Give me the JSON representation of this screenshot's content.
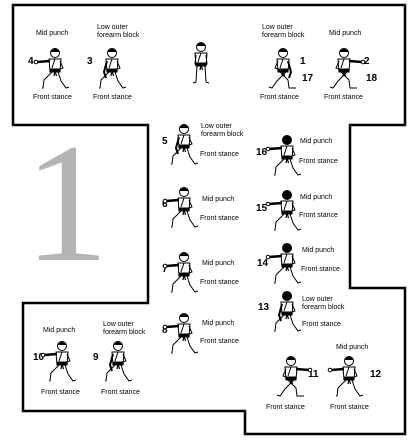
{
  "title_numeral": "1",
  "colors": {
    "numeral": "#b4b4b4",
    "outline": "#000000",
    "belt": "#000000"
  },
  "stances": {
    "front": "Front stance"
  },
  "techniques": {
    "mid_punch": "Mid punch",
    "low_outer_block_1": "Low outer",
    "low_outer_block_2": "forearm block",
    "low_outer_block_9_1": "Low outer",
    "low_outer_block_9_2": "forearm block"
  },
  "steps": [
    {
      "n": "1",
      "alt": "17"
    },
    {
      "n": "2",
      "alt": "18"
    },
    {
      "n": "3"
    },
    {
      "n": "4"
    },
    {
      "n": "5"
    },
    {
      "n": "6"
    },
    {
      "n": "7"
    },
    {
      "n": "8"
    },
    {
      "n": "9"
    },
    {
      "n": "10"
    },
    {
      "n": "11"
    },
    {
      "n": "12"
    },
    {
      "n": "13"
    },
    {
      "n": "14"
    },
    {
      "n": "15"
    },
    {
      "n": "16"
    }
  ]
}
